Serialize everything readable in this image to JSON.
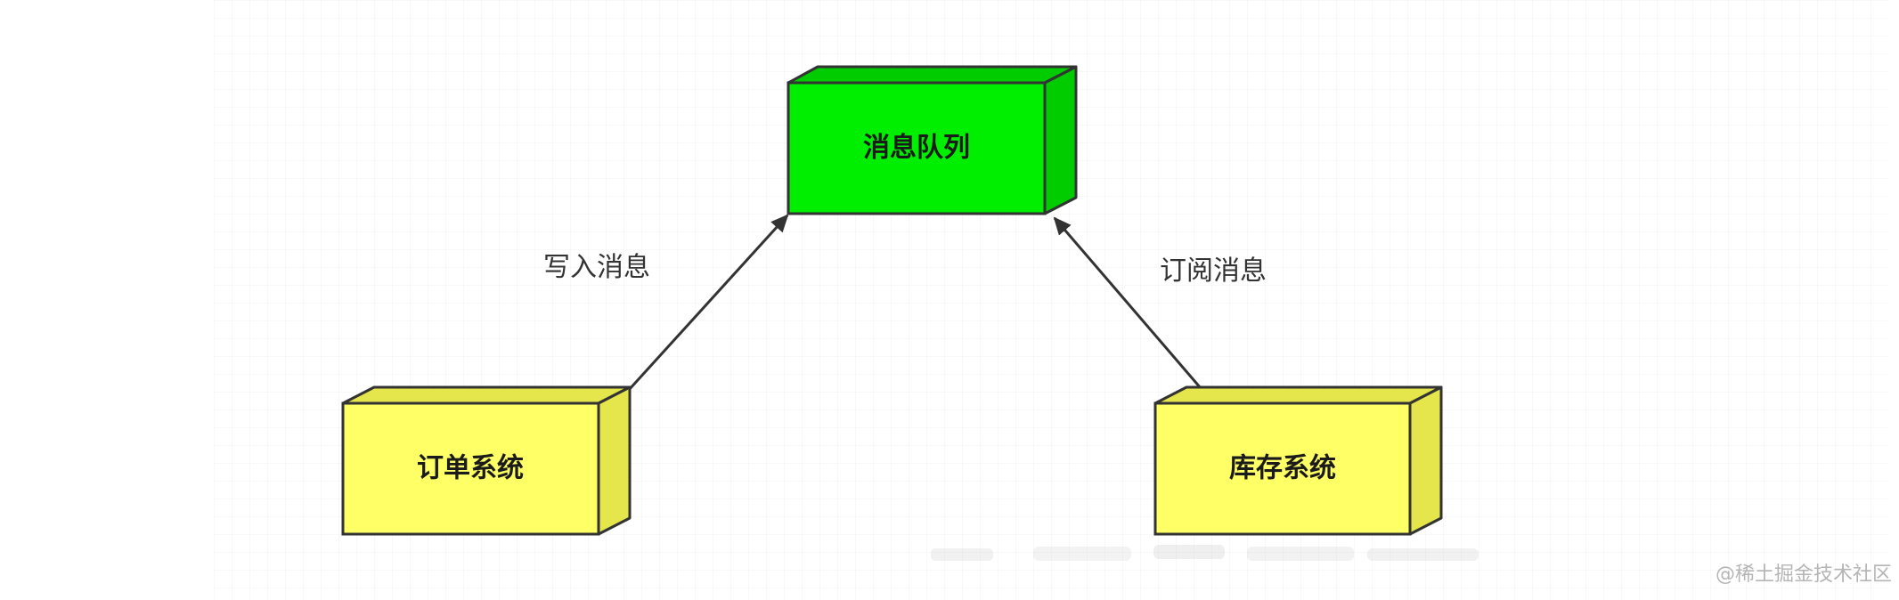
{
  "colors": {
    "queue_fill": "#00ee00",
    "queue_side": "#00cc00",
    "system_fill": "#ffff66",
    "system_side": "#e5e54c",
    "stroke": "#333333",
    "grid": "#f0f0f0"
  },
  "nodes": {
    "message_queue": {
      "label": "消息队列"
    },
    "order_system": {
      "label": "订单系统"
    },
    "inventory_system": {
      "label": "库存系统"
    }
  },
  "edges": {
    "write": {
      "label": "写入消息"
    },
    "subscribe": {
      "label": "订阅消息"
    }
  },
  "watermark": {
    "text": "@稀土掘金技术社区"
  }
}
